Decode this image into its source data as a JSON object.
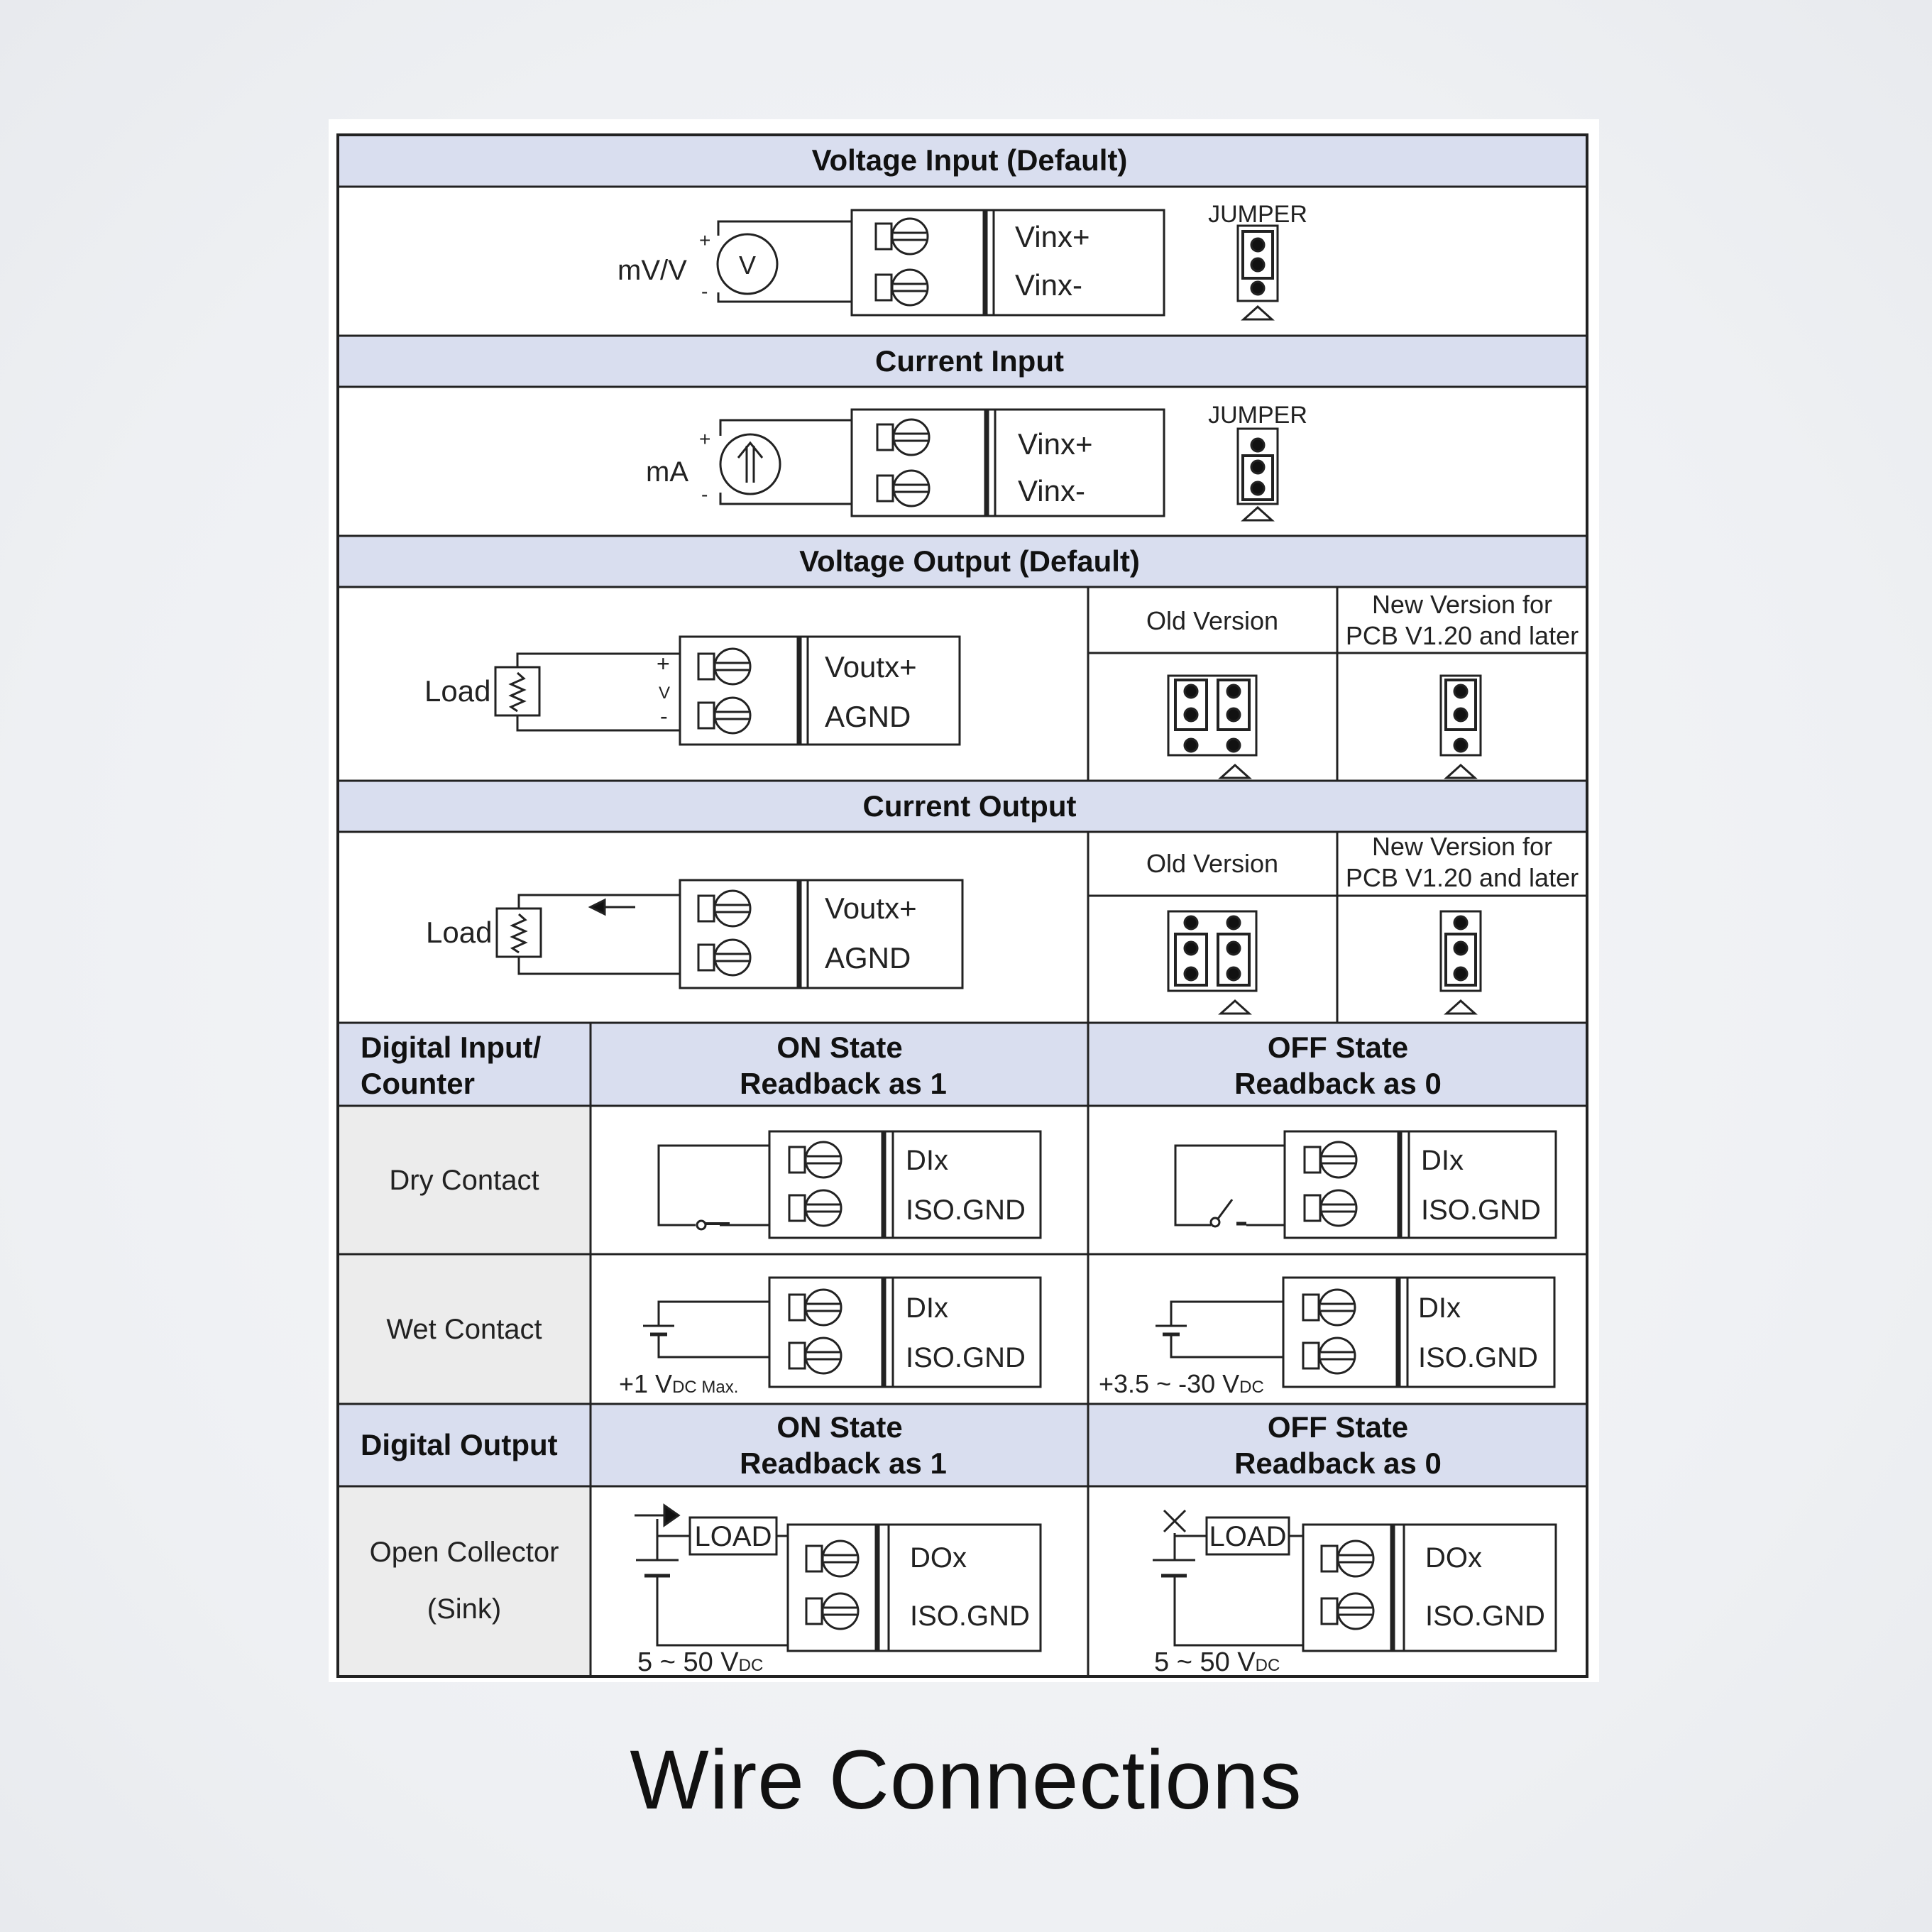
{
  "caption": "Wire Connections",
  "colors": {
    "header_fill": "#d9deef",
    "label_fill": "#ececec",
    "line": "#222222",
    "panel_fill": "#ffffff"
  },
  "voltage_input": {
    "title": "Voltage Input (Default)",
    "source_label": "mV/V",
    "source_symbol": "V",
    "plus": "+",
    "minus": "-",
    "terminal_top": "Vinx+",
    "terminal_bottom": "Vinx-",
    "jumper_label": "JUMPER"
  },
  "current_input": {
    "title": "Current Input",
    "source_label": "mA",
    "plus": "+",
    "minus": "-",
    "terminal_top": "Vinx+",
    "terminal_bottom": "Vinx-",
    "jumper_label": "JUMPER"
  },
  "voltage_output": {
    "title": "Voltage Output (Default)",
    "load_label": "Load",
    "plus": "+",
    "v_mark": "V",
    "minus": "-",
    "terminal_top": "Voutx+",
    "terminal_bottom": "AGND",
    "old_version": "Old Version",
    "new_version_line1": "New Version for",
    "new_version_line2": "PCB V1.20 and later"
  },
  "current_output": {
    "title": "Current Output",
    "load_label": "Load",
    "terminal_top": "Voutx+",
    "terminal_bottom": "AGND",
    "old_version": "Old Version",
    "new_version_line1": "New Version for",
    "new_version_line2": "PCB V1.20 and later"
  },
  "digital_input": {
    "header_line1": "Digital Input/",
    "header_line2": "Counter",
    "on_line1": "ON State",
    "on_line2": "Readback as 1",
    "off_line1": "OFF State",
    "off_line2": "Readback as 0",
    "dry_label": "Dry Contact",
    "wet_label": "Wet Contact",
    "terminal_top": "DIx",
    "terminal_bottom": "ISO.GND",
    "wet_on_voltage": "+1 V",
    "wet_on_voltage_suffix": "DC Max.",
    "wet_off_voltage": "+3.5 ~ -30 V",
    "wet_off_voltage_suffix": "DC"
  },
  "digital_output": {
    "header": "Digital Output",
    "on_line1": "ON State",
    "on_line2": "Readback as 1",
    "off_line1": "OFF State",
    "off_line2": "Readback as 0",
    "oc_line1": "Open Collector",
    "oc_line2": "(Sink)",
    "load_box": "LOAD",
    "terminal_top": "DOx",
    "terminal_bottom": "ISO.GND",
    "supply_voltage": "5 ~ 50 V",
    "supply_suffix": "DC"
  }
}
